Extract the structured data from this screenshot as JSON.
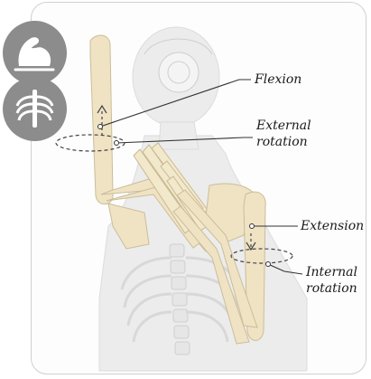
{
  "icons": {
    "top": "flexed-arm-muscle-icon",
    "bottom": "ribcage-skeleton-icon"
  },
  "labels": {
    "flexion": "Flexion",
    "external_rotation_line1": "External",
    "external_rotation_line2": "rotation",
    "extension": "Extension",
    "internal_rotation_line1": "Internal",
    "internal_rotation_line2": "rotation"
  },
  "colors": {
    "badge": "#8c8c8c",
    "bone": "#efe3c4",
    "body": "#ececec",
    "line": "#333333"
  }
}
